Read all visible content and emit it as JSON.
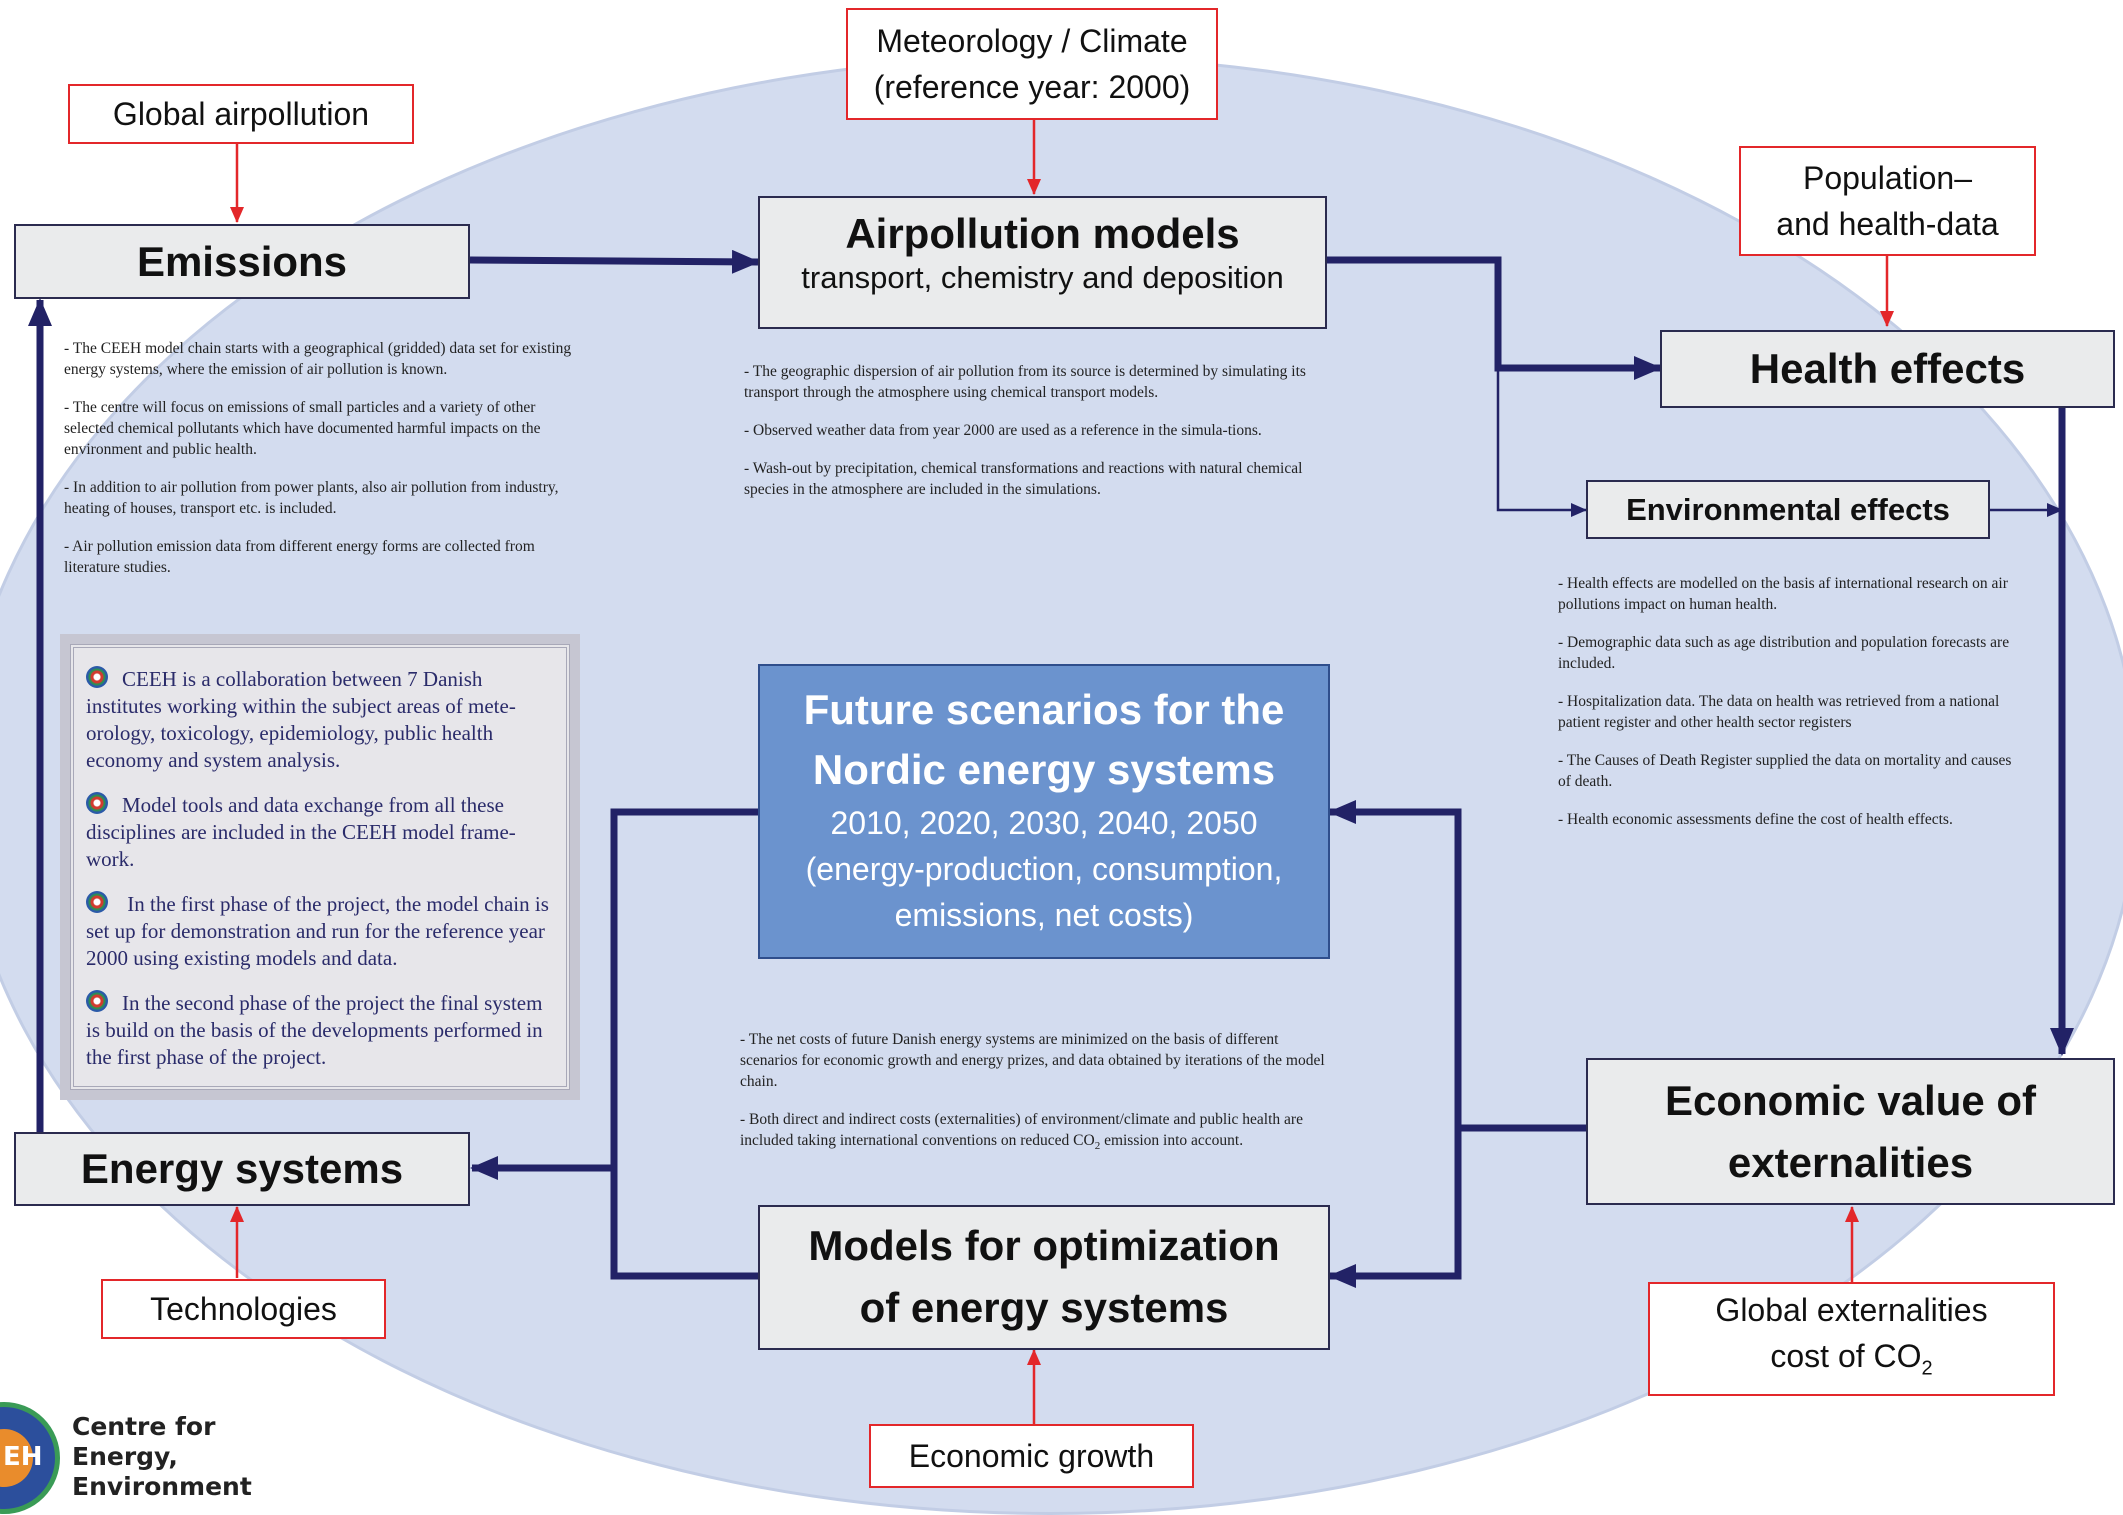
{
  "colors": {
    "background_ellipse": "#d3dcef",
    "box": "#eaebec",
    "arrow": "#222266",
    "input_arrow": "#e3272a",
    "central_box": "#6b93ce",
    "info_text": "#2a2b6a"
  },
  "inputs": {
    "global_airpollution": "Global airpollution",
    "meteorology_line1": "Meteorology / Climate",
    "meteorology_line2": "(reference year: 2000)",
    "population_line1": "Population–",
    "population_line2": "and health-data",
    "technologies": "Technologies",
    "economic_growth": "Economic growth",
    "global_externalities_line1": "Global externalities",
    "global_externalities_line2": "cost of CO",
    "global_externalities_sub": "2"
  },
  "boxes": {
    "emissions": "Emissions",
    "airpollution_title": "Airpollution models",
    "airpollution_sub": "transport, chemistry and deposition",
    "health_effects": "Health effects",
    "environmental_effects": "Environmental effects",
    "economic_line1": "Economic value of",
    "economic_line2": "externalities",
    "energy_systems": "Energy systems",
    "optimization_line1": "Models for optimization",
    "optimization_line2": "of energy systems"
  },
  "central": {
    "title_line1": "Future scenarios for the",
    "title_line2": "Nordic energy systems",
    "years": "2010, 2020, 2030, 2040, 2050",
    "detail_line1": "(energy-production, consumption,",
    "detail_line2": "emissions, net costs)"
  },
  "notes": {
    "emissions": [
      " - The CEEH model chain starts with a geographical (gridded) data set for existing energy systems, where the emission of air pollution is known.",
      " - The centre will focus on emissions of small particles and a variety of other selected chemical pollutants which have documented harmful impacts on the environment and public health.",
      " - In addition to air pollution from power plants, also air pollution from industry, heating of houses, transport etc. is included.",
      " - Air pollution emission data from different energy forms are collected from literature studies."
    ],
    "airpollution": [
      " - The geographic dispersion of air pollution from its source is determined by simulating its transport through the atmosphere using chemical transport models.",
      " - Observed weather data from year 2000 are used as a reference in the simula-tions.",
      " - Wash-out by precipitation, chemical transformations and reactions with natural chemical species in the atmosphere are included in the simulations."
    ],
    "health": [
      "- Health effects are modelled on the basis af international research on air pollutions impact on human health.",
      "- Demographic data such as age distribution and population forecasts are included.",
      "- Hospitalization data. The data on health was retrieved from a national patient register and other health sector registers",
      "- The Causes of Death Register supplied the data on mortality and causes of death.",
      "- Health economic assessments define the cost of health effects."
    ],
    "costs_1": "- The net costs of future Danish energy systems are minimized on the basis of different scenarios for economic growth and energy prizes, and data obtained by iterations of the model chain.",
    "costs_2a": "- Both direct and indirect costs (externalities) of environment/climate and public health are included taking international conventions on reduced CO",
    "costs_2_sub": "2",
    "costs_2b": " emission into account."
  },
  "info_box": [
    "CEEH is a collaboration between 7 Danish institutes working within the subject areas of mete-orology, toxicology, epidemiology, public health economy and system analysis.",
    "Model tools and data exchange from all these disciplines are included in the CEEH model frame-work.",
    " In the first phase of the project, the model chain is set up for demonstration and run for the reference year 2000 using existing models and data.",
    "In the second phase of the project the final system is build on the basis of the developments performed in the first phase of the project."
  ],
  "logo": {
    "badge_text": "EH",
    "line1": "Centre for",
    "line2": "Energy,",
    "line3": "Environment"
  }
}
